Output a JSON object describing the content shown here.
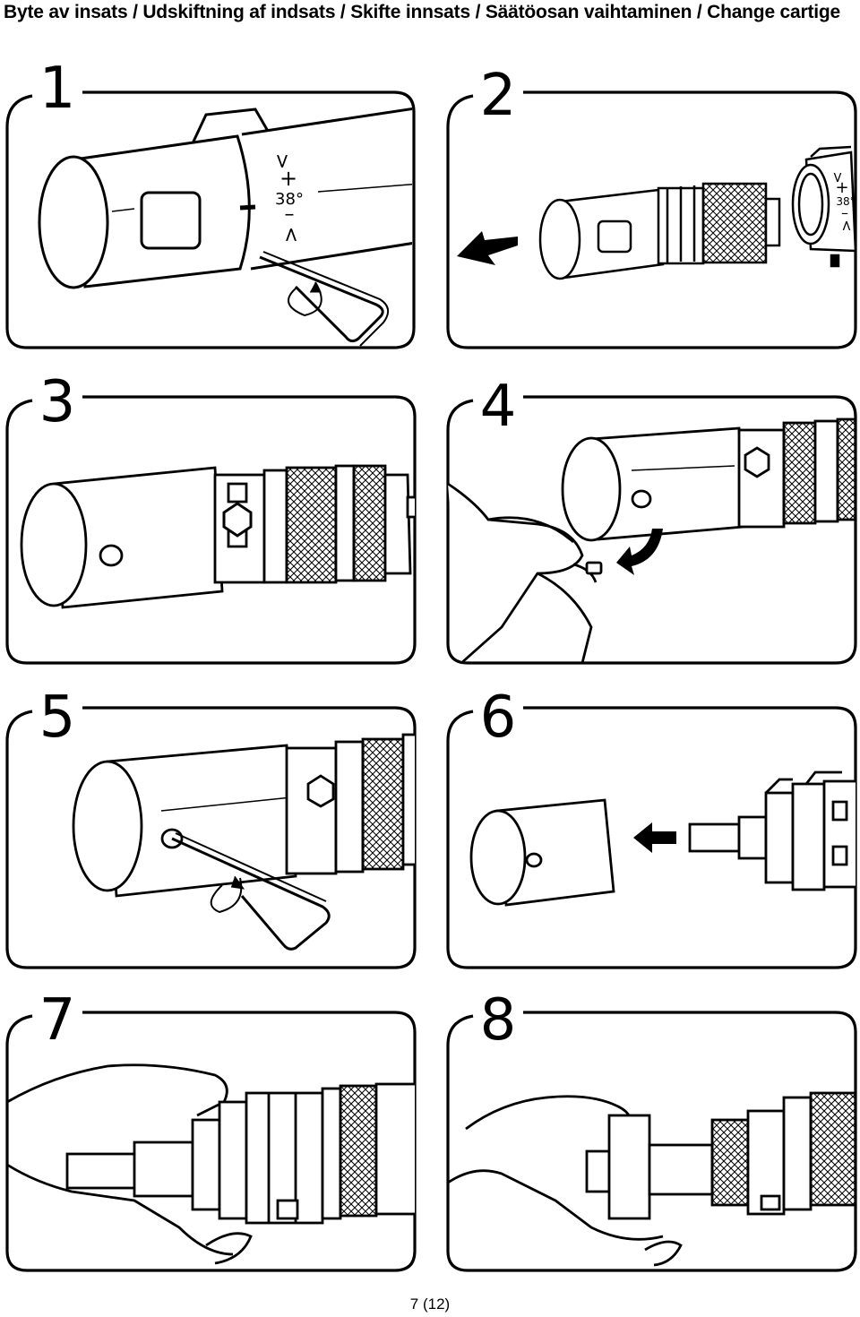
{
  "header": {
    "title": "Byte av insats / Udskiftning af indsats / Skifte innsats / Säätöosan vaihtaminen / Change cartige"
  },
  "steps": [
    {
      "number": "1",
      "scale_marks": [
        "<",
        "+",
        "38°",
        "–",
        ">"
      ],
      "scale_icon": "temperature-scale-icon"
    },
    {
      "number": "2",
      "scale_marks": [
        "<",
        "+",
        "38°",
        "–",
        ">"
      ],
      "scale_icon": "temperature-scale-icon"
    },
    {
      "number": "3"
    },
    {
      "number": "4"
    },
    {
      "number": "5"
    },
    {
      "number": "6"
    },
    {
      "number": "7"
    },
    {
      "number": "8"
    }
  ],
  "footer": {
    "page": "7 (12)"
  },
  "icons": {
    "direction_arrow": "arrow-left-icon",
    "rotation": "rotate-icon",
    "tool": "allen-key-icon",
    "hand": "hand-icon"
  },
  "colors": {
    "line": "#000000",
    "background": "#ffffff"
  }
}
